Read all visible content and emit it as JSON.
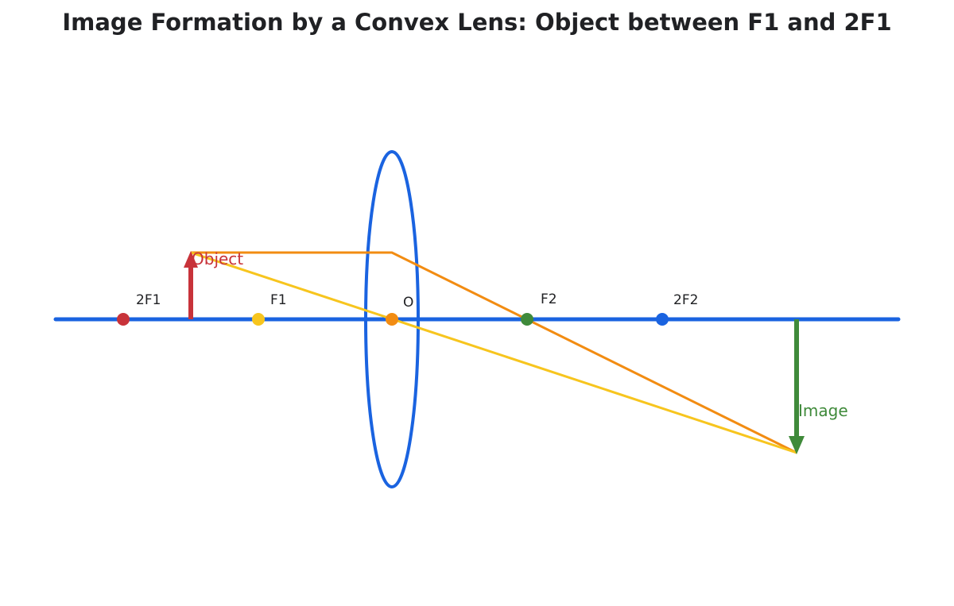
{
  "title": "Image Formation by a Convex Lens: Object between F1 and 2F1",
  "colors": {
    "axis": "#1a63e0",
    "lens": "#1a63e0",
    "object": "#c8333a",
    "image": "#3f8a3a",
    "ray_parallel": "#f28c12",
    "ray_center": "#f7c51e",
    "label_text": "#202124"
  },
  "points": [
    {
      "id": "2F1",
      "label": "2F1",
      "color": "#c8333a"
    },
    {
      "id": "F1",
      "label": "F1",
      "color": "#f7c51e"
    },
    {
      "id": "O",
      "label": "O",
      "color": "#f28c12"
    },
    {
      "id": "F2",
      "label": "F2",
      "color": "#3f8a3a"
    },
    {
      "id": "2F2",
      "label": "2F2",
      "color": "#1a63e0"
    }
  ],
  "object": {
    "label": "Object"
  },
  "image": {
    "label": "Image"
  }
}
